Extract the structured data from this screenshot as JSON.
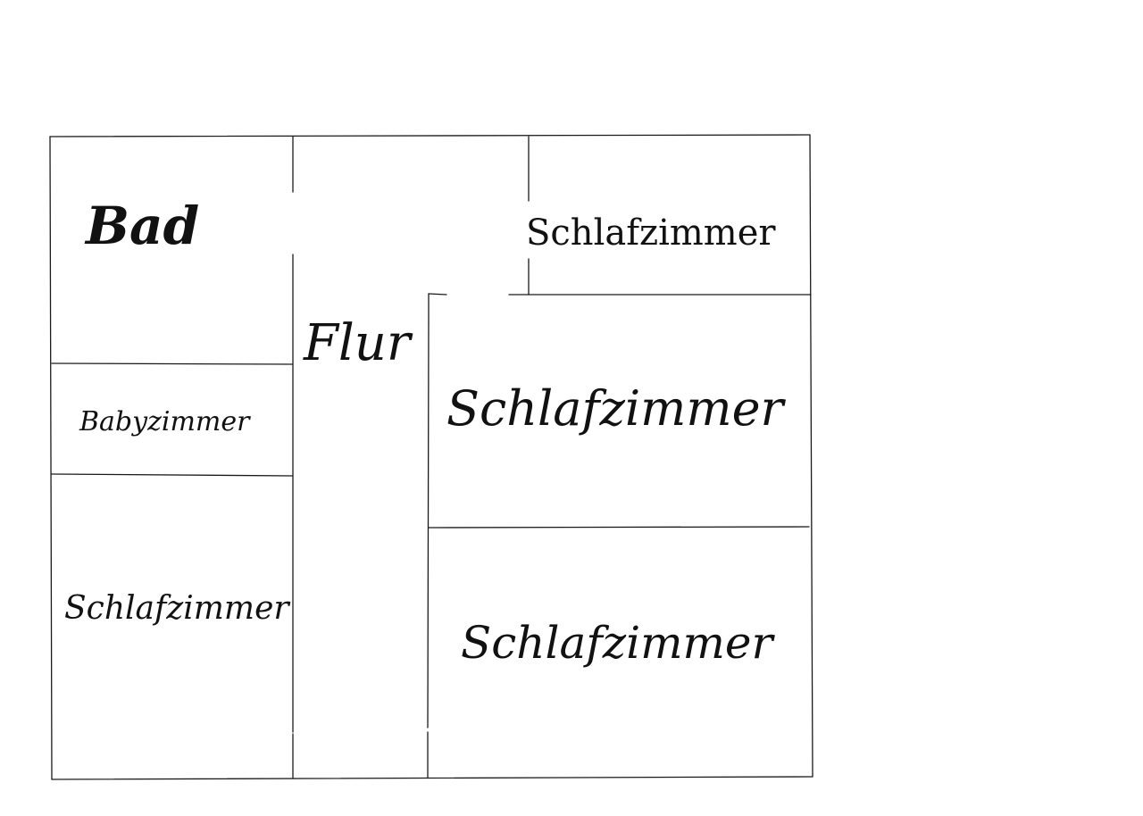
{
  "floorplan": {
    "rooms": {
      "bad": "Bad",
      "flur": "Flur",
      "schlafzimmer_top_right": "Schlafzimmer",
      "babyzimmer": "Babyzimmer",
      "schlafzimmer_middle_right": "Schlafzimmer",
      "schlafzimmer_left": "Schlafzimmer",
      "schlafzimmer_bottom_right": "Schlafzimmer"
    },
    "colors": {
      "wall": "#1a1a1a",
      "text": "#111111",
      "background": "#ffffff"
    }
  }
}
